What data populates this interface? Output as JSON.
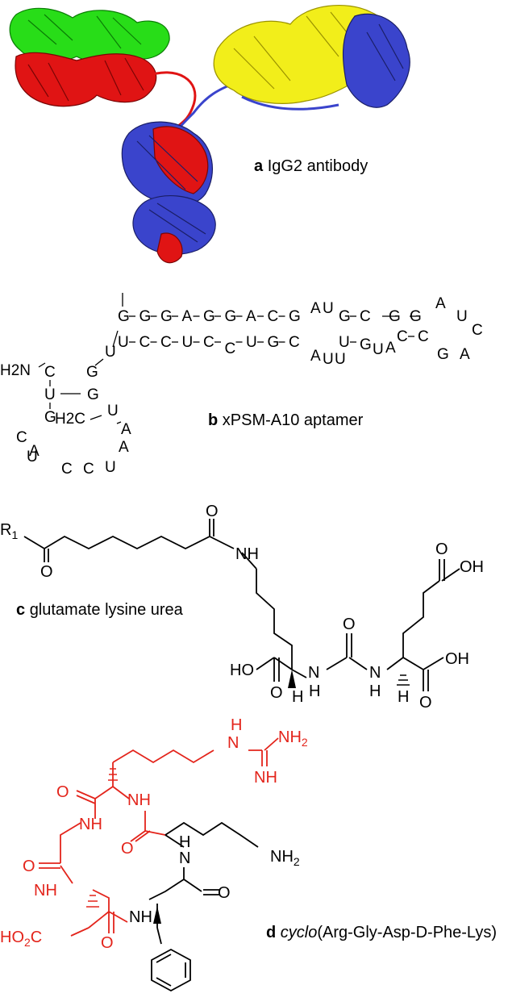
{
  "panel_a": {
    "letter": "a",
    "title": "IgG2 antibody",
    "colors": {
      "heavy_chain": "#3a44cc",
      "light_chain": "#e01414",
      "second_light": "#f2ee1a",
      "second_heavy": "#28dd18"
    }
  },
  "panel_b": {
    "letter": "b",
    "title": "xPSM-A10 aptamer",
    "top_strand": [
      "G",
      "G",
      "G",
      "A",
      "G",
      "G",
      "A",
      "C",
      "G"
    ],
    "bottom_strand": [
      "U",
      "C",
      "C",
      "U",
      "C",
      "C",
      "U",
      "G",
      "C"
    ],
    "bulge_top": [
      "A",
      "U"
    ],
    "bulge_bottom": [
      "A",
      "U",
      "U"
    ],
    "mid_top": [
      "G",
      "C",
      "G",
      "G"
    ],
    "mid_bottom": [
      "U",
      "G",
      "U",
      "A",
      "C",
      "C"
    ],
    "loop_tip": [
      "A",
      "U",
      "C",
      "A",
      "G"
    ],
    "loop_nucleotides": [
      "C",
      "G",
      "U",
      "G",
      "G",
      "U",
      "A",
      "A",
      "U",
      "C",
      "C",
      "U",
      "C",
      "A",
      "U"
    ],
    "terminal_group": "H2N",
    "linker": "H2C"
  },
  "panel_c": {
    "letter": "c",
    "title": "glutamate lysine urea",
    "r_group": "R",
    "r_subscript": "1",
    "atoms": {
      "O": "O",
      "NH": "NH",
      "OH": "OH",
      "HO": "HO",
      "N": "N",
      "H": "H"
    }
  },
  "panel_d": {
    "letter": "d",
    "title_prefix": "cyclo",
    "title_rest": "(Arg-Gly-Asp-D-Phe-Lys)",
    "highlight_color": "#e3241b",
    "atoms": {
      "NH": "NH",
      "NH2": "NH",
      "sub2": "2",
      "O": "O",
      "HO2C": "HO",
      "HO2C_sub": "2",
      "HO2C_tail": "C",
      "H": "H",
      "N": "N"
    }
  }
}
